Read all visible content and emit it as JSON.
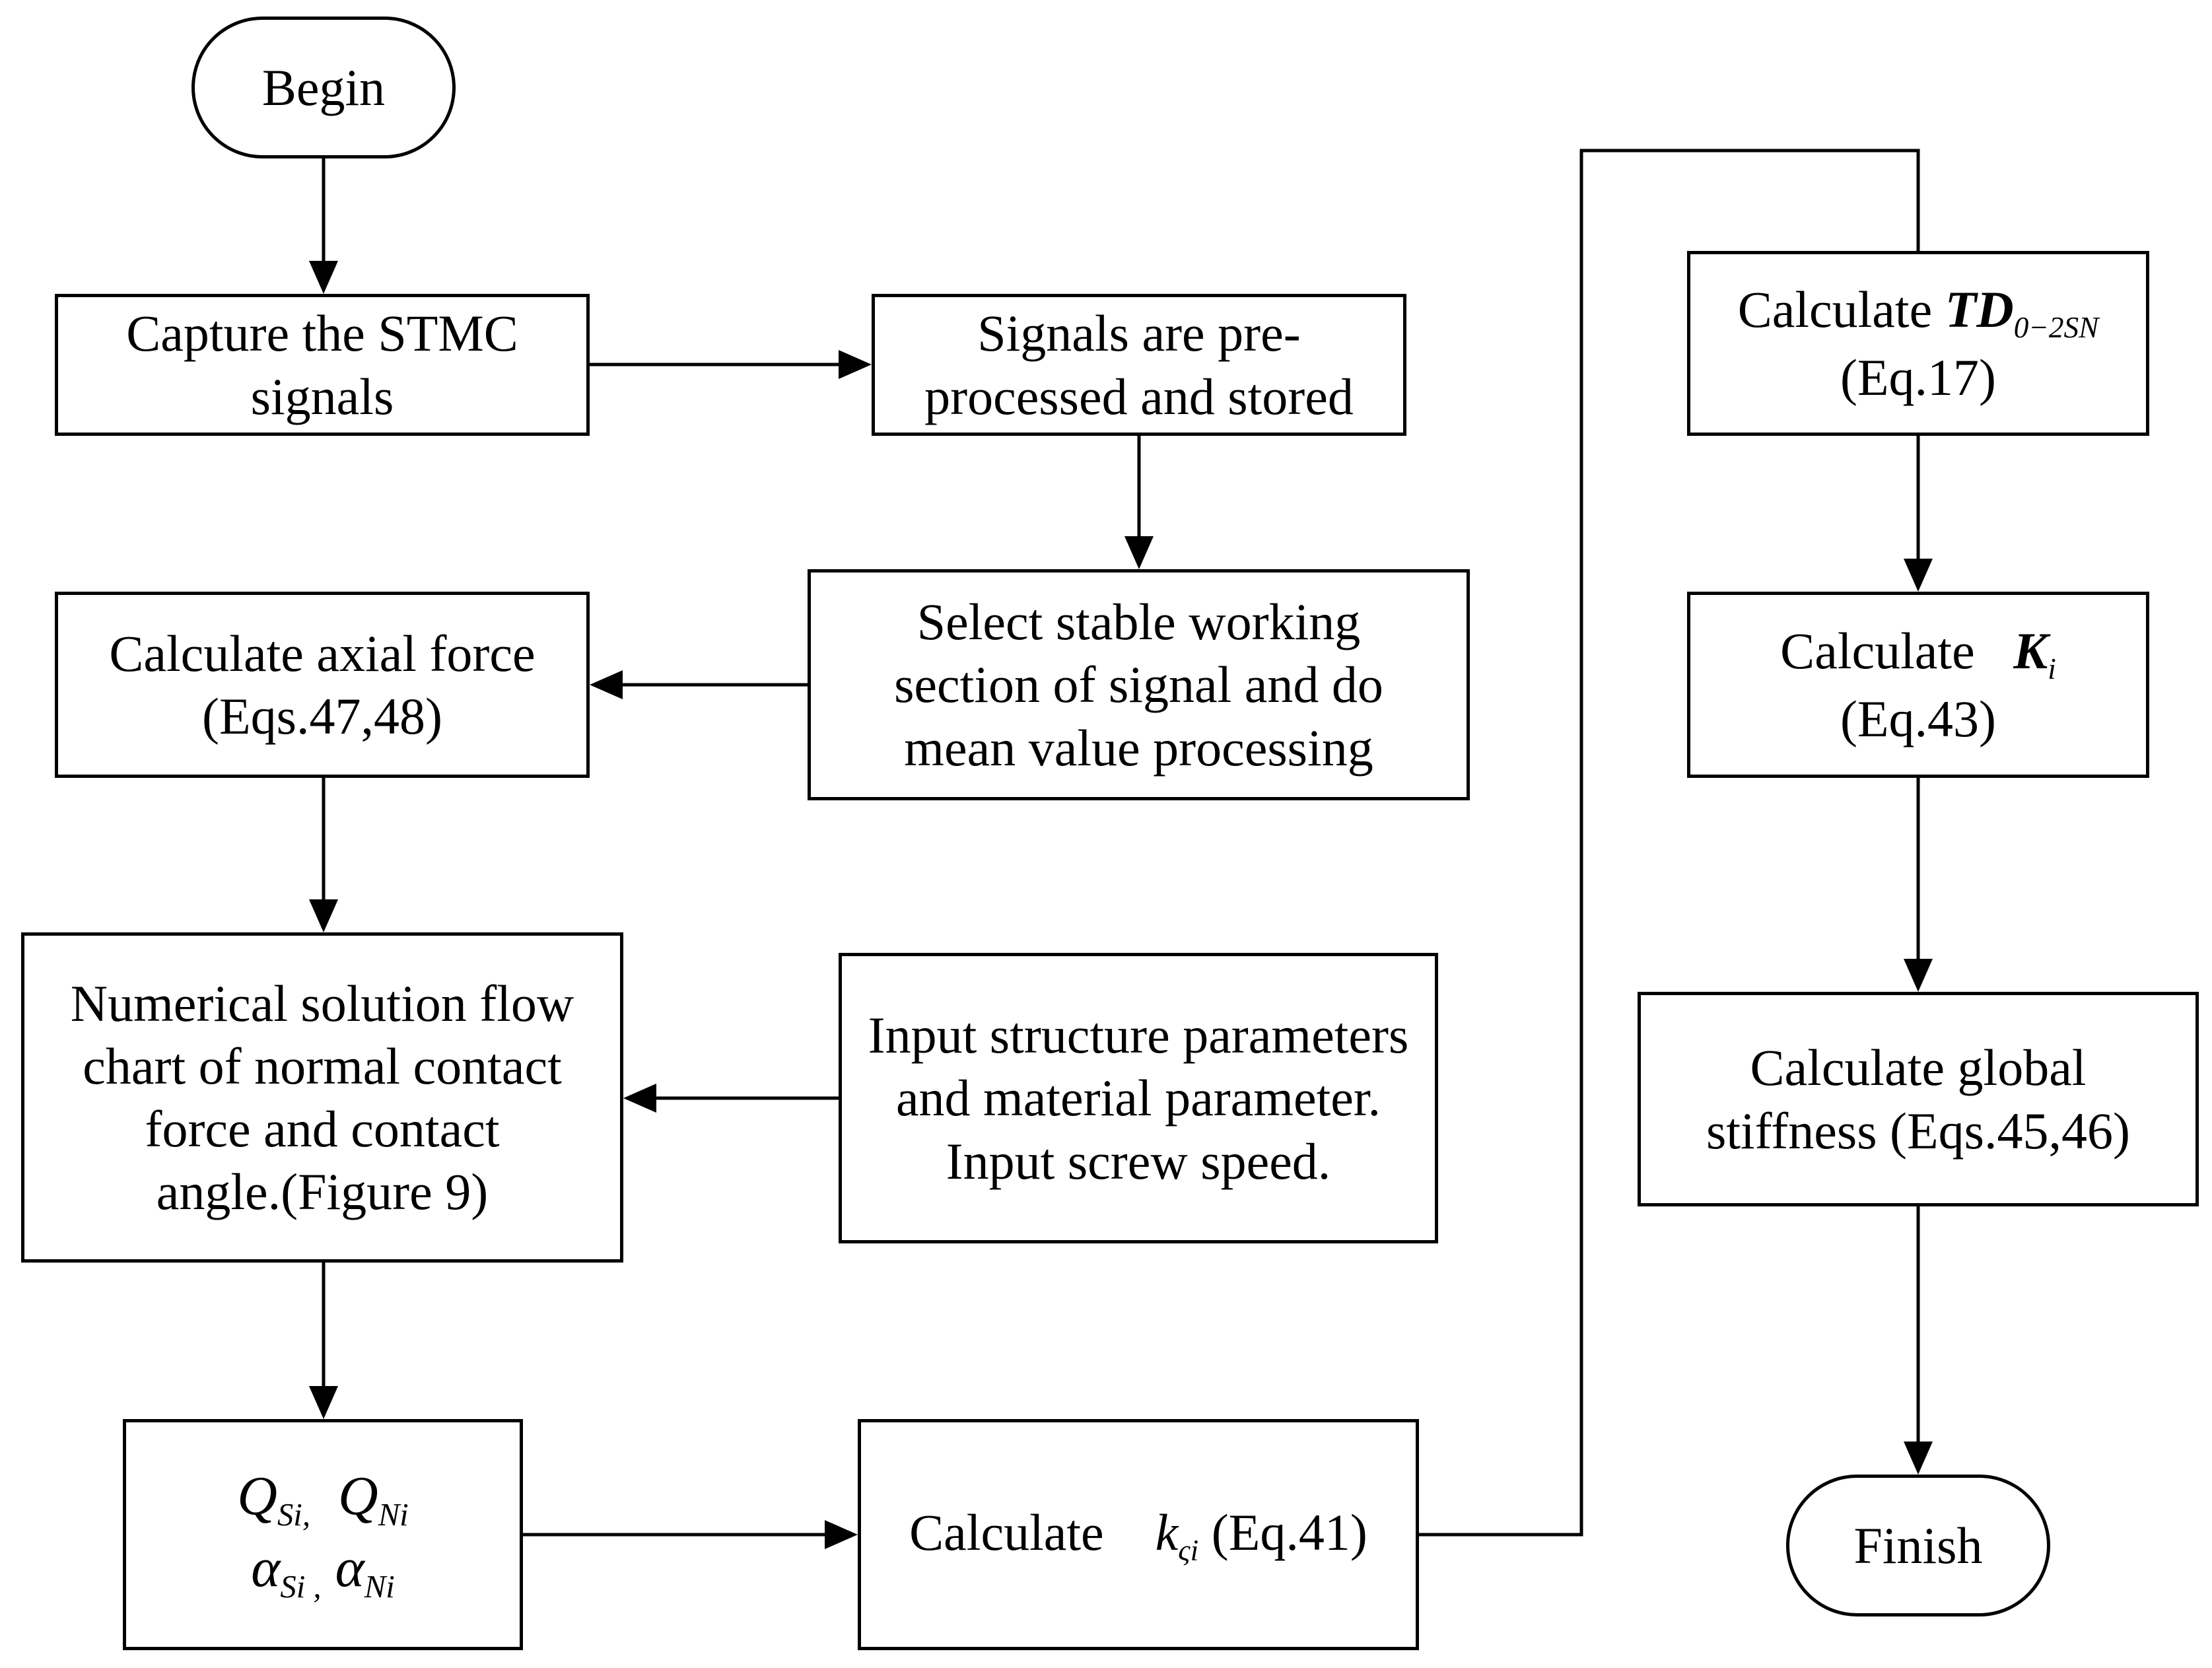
{
  "nodes": {
    "begin": {
      "lines": [
        "Begin"
      ]
    },
    "capture": {
      "lines": [
        "Capture the STMC",
        "signals"
      ]
    },
    "preproc": {
      "lines": [
        "Signals are pre-",
        "processed and stored"
      ]
    },
    "select": {
      "lines": [
        "Select stable working",
        "section of signal and do",
        "mean value processing"
      ]
    },
    "axial": {
      "lines": [
        "Calculate axial force",
        "(Eqs.47,48)"
      ]
    },
    "numeric": {
      "lines": [
        "Numerical solution flow",
        "chart of normal contact",
        "force and contact",
        "angle.(Figure 9)"
      ]
    },
    "input": {
      "lines": [
        "Input structure parameters",
        "and material parameter.",
        "Input screw speed."
      ]
    },
    "qa": {
      "q_s": "Q",
      "q_s_sub": "Si,",
      "q_n": "Q",
      "q_n_sub": "Ni",
      "a_s": "α",
      "a_s_sub": "Si ,",
      "a_n": "α",
      "a_n_sub": "Ni"
    },
    "kcalc": {
      "prefix": "Calculate",
      "sym": "k",
      "sub": "ςi",
      "suffix": "(Eq.41)"
    },
    "td": {
      "prefix": "Calculate",
      "sym": "TD",
      "sub": "0−2SN",
      "line2": "(Eq.17)"
    },
    "ki": {
      "prefix": "Calculate",
      "sym": "K",
      "sub": "i",
      "line2": "(Eq.43)"
    },
    "global": {
      "lines": [
        "Calculate global",
        "stiffness (Eqs.45,46)"
      ]
    },
    "finish": {
      "lines": [
        "Finish"
      ]
    }
  },
  "colors": {
    "stroke": "#000000",
    "fill": "#ffffff"
  }
}
